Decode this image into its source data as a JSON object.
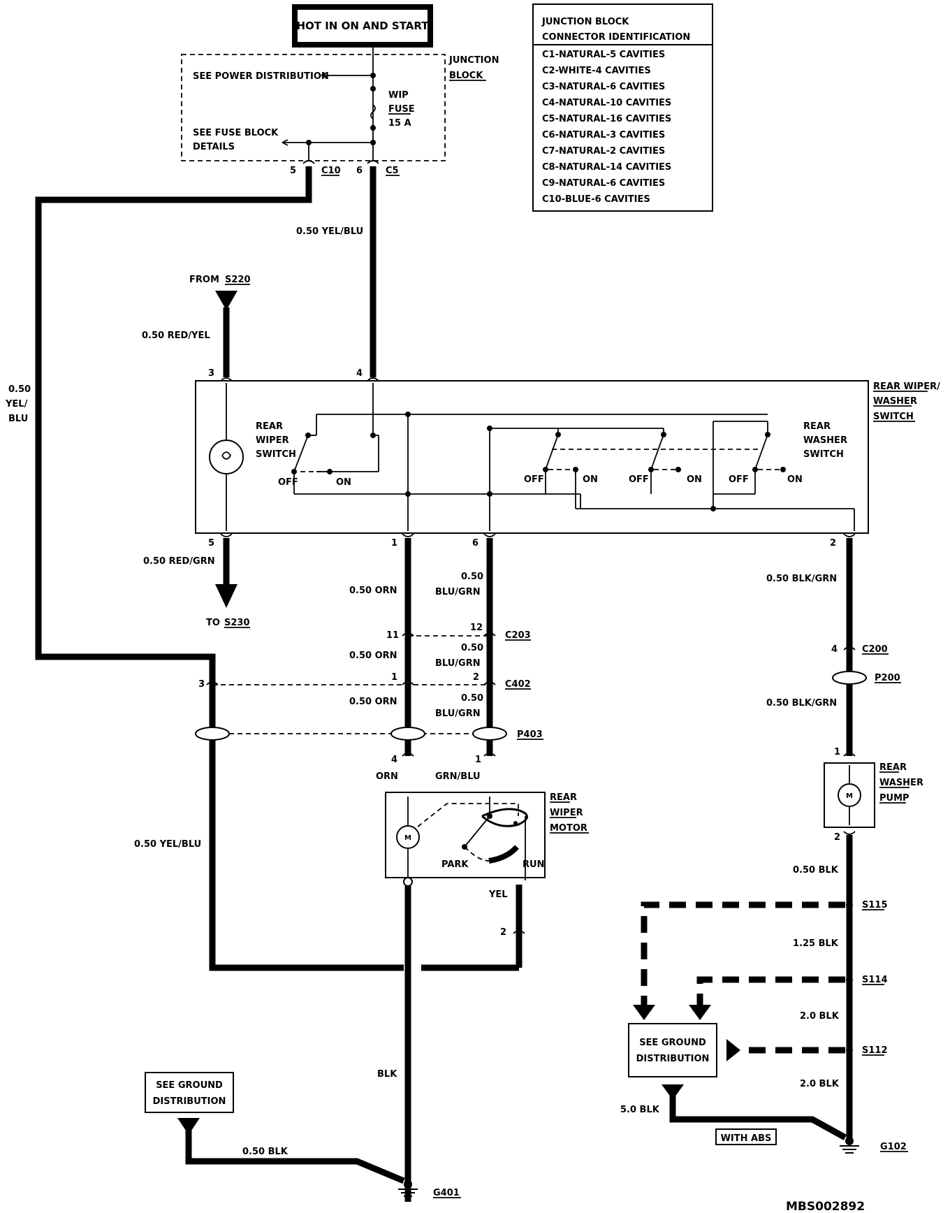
{
  "power": {
    "hot_label": "HOT IN ON AND START"
  },
  "junction_block": {
    "label_line1": "JUNCTION",
    "label_line2": "BLOCK",
    "see_power": "SEE POWER DISTRIBUTION",
    "see_fuse_line1": "SEE FUSE BLOCK",
    "see_fuse_line2": "DETAILS",
    "fuse_line1": "WIP",
    "fuse_line2": "FUSE",
    "fuse_line3": "15 A",
    "pin_c10": "5",
    "conn_c10": "C10",
    "pin_c5": "6",
    "conn_c5": "C5"
  },
  "connector_table": {
    "title_line1": "JUNCTION BLOCK",
    "title_line2": "CONNECTOR IDENTIFICATION",
    "rows": [
      "C1-NATURAL-5 CAVITIES",
      "C2-WHITE-4 CAVITIES",
      "C3-NATURAL-6 CAVITIES",
      "C4-NATURAL-10 CAVITIES",
      "C5-NATURAL-16 CAVITIES",
      "C6-NATURAL-3 CAVITIES",
      "C7-NATURAL-2 CAVITIES",
      "C8-NATURAL-14 CAVITIES",
      "C9-NATURAL-6 CAVITIES",
      "C10-BLUE-6 CAVITIES"
    ]
  },
  "wires": {
    "w_left_outer_1": "0.50",
    "w_left_outer_2": "YEL/",
    "w_left_outer_3": "BLU",
    "w_c5": "0.50 YEL/BLU",
    "from_label": "FROM",
    "from_splice": "S220",
    "w_red_yel": "0.50 RED/YEL",
    "w_red_grn": "0.50 RED/GRN",
    "to_label": "TO",
    "to_splice": "S230",
    "w_orn_1": "0.50 ORN",
    "w_bg_1a": "0.50",
    "w_bg_1b": "BLU/GRN",
    "w_orn_2": "0.50 ORN",
    "w_bg_2a": "0.50",
    "w_bg_2b": "BLU/GRN",
    "w_orn_3": "0.50 ORN",
    "w_bg_3a": "0.50",
    "w_bg_3b": "BLU/GRN",
    "w_orn_4": "ORN",
    "w_grnblu": "GRN/BLU",
    "w_yelblu_lower": "0.50 YEL/BLU",
    "w_yel": "YEL",
    "w_blk": "BLK",
    "w_blkgrn_1": "0.50 BLK/GRN",
    "w_blkgrn_2": "0.50 BLK/GRN",
    "w_blk_050": "0.50 BLK",
    "w_blk_125": "1.25 BLK",
    "w_blk_20a": "2.0 BLK",
    "w_blk_20b": "2.0 BLK",
    "w_blk_50": "5.0 BLK",
    "w_blk_050_left": "0.50 BLK"
  },
  "switch": {
    "label_line1": "REAR WIPER/",
    "label_line2": "WASHER",
    "label_line3": "SWITCH",
    "wiper_sw_1": "REAR",
    "wiper_sw_2": "WIPER",
    "wiper_sw_3": "SWITCH",
    "washer_sw_1": "REAR",
    "washer_sw_2": "WASHER",
    "washer_sw_3": "SWITCH",
    "off": "OFF",
    "on": "ON",
    "pin3": "3",
    "pin4": "4",
    "pin5": "5",
    "pin1": "1",
    "pin6": "6",
    "pin2": "2"
  },
  "connectors": {
    "c203": "C203",
    "c203_p11": "11",
    "c203_p12": "12",
    "c402": "C402",
    "c402_p3": "3",
    "c402_p1": "1",
    "c402_p2": "2",
    "p403": "P403",
    "motor_p4": "4",
    "motor_p1": "1",
    "c200": "C200",
    "c200_p4": "4",
    "p200": "P200",
    "pump_p1": "1",
    "pump_p2": "2",
    "yel_p2": "2"
  },
  "motor": {
    "label_1": "REAR",
    "label_2": "WIPER",
    "label_3": "MOTOR",
    "park": "PARK",
    "run": "RUN",
    "m": "M"
  },
  "pump": {
    "label_1": "REAR",
    "label_2": "WASHER",
    "label_3": "PUMP",
    "m": "M"
  },
  "ground": {
    "see_ground_1": "SEE GROUND",
    "see_ground_2": "DISTRIBUTION",
    "see_ground_left_1": "SEE GROUND",
    "see_ground_left_2": "DISTRIBUTION",
    "s115": "S115",
    "s114": "S114",
    "s112": "S112",
    "g102": "G102",
    "g401": "G401",
    "with_abs": "WITH ABS"
  },
  "footer": {
    "code": "MBS002892"
  }
}
